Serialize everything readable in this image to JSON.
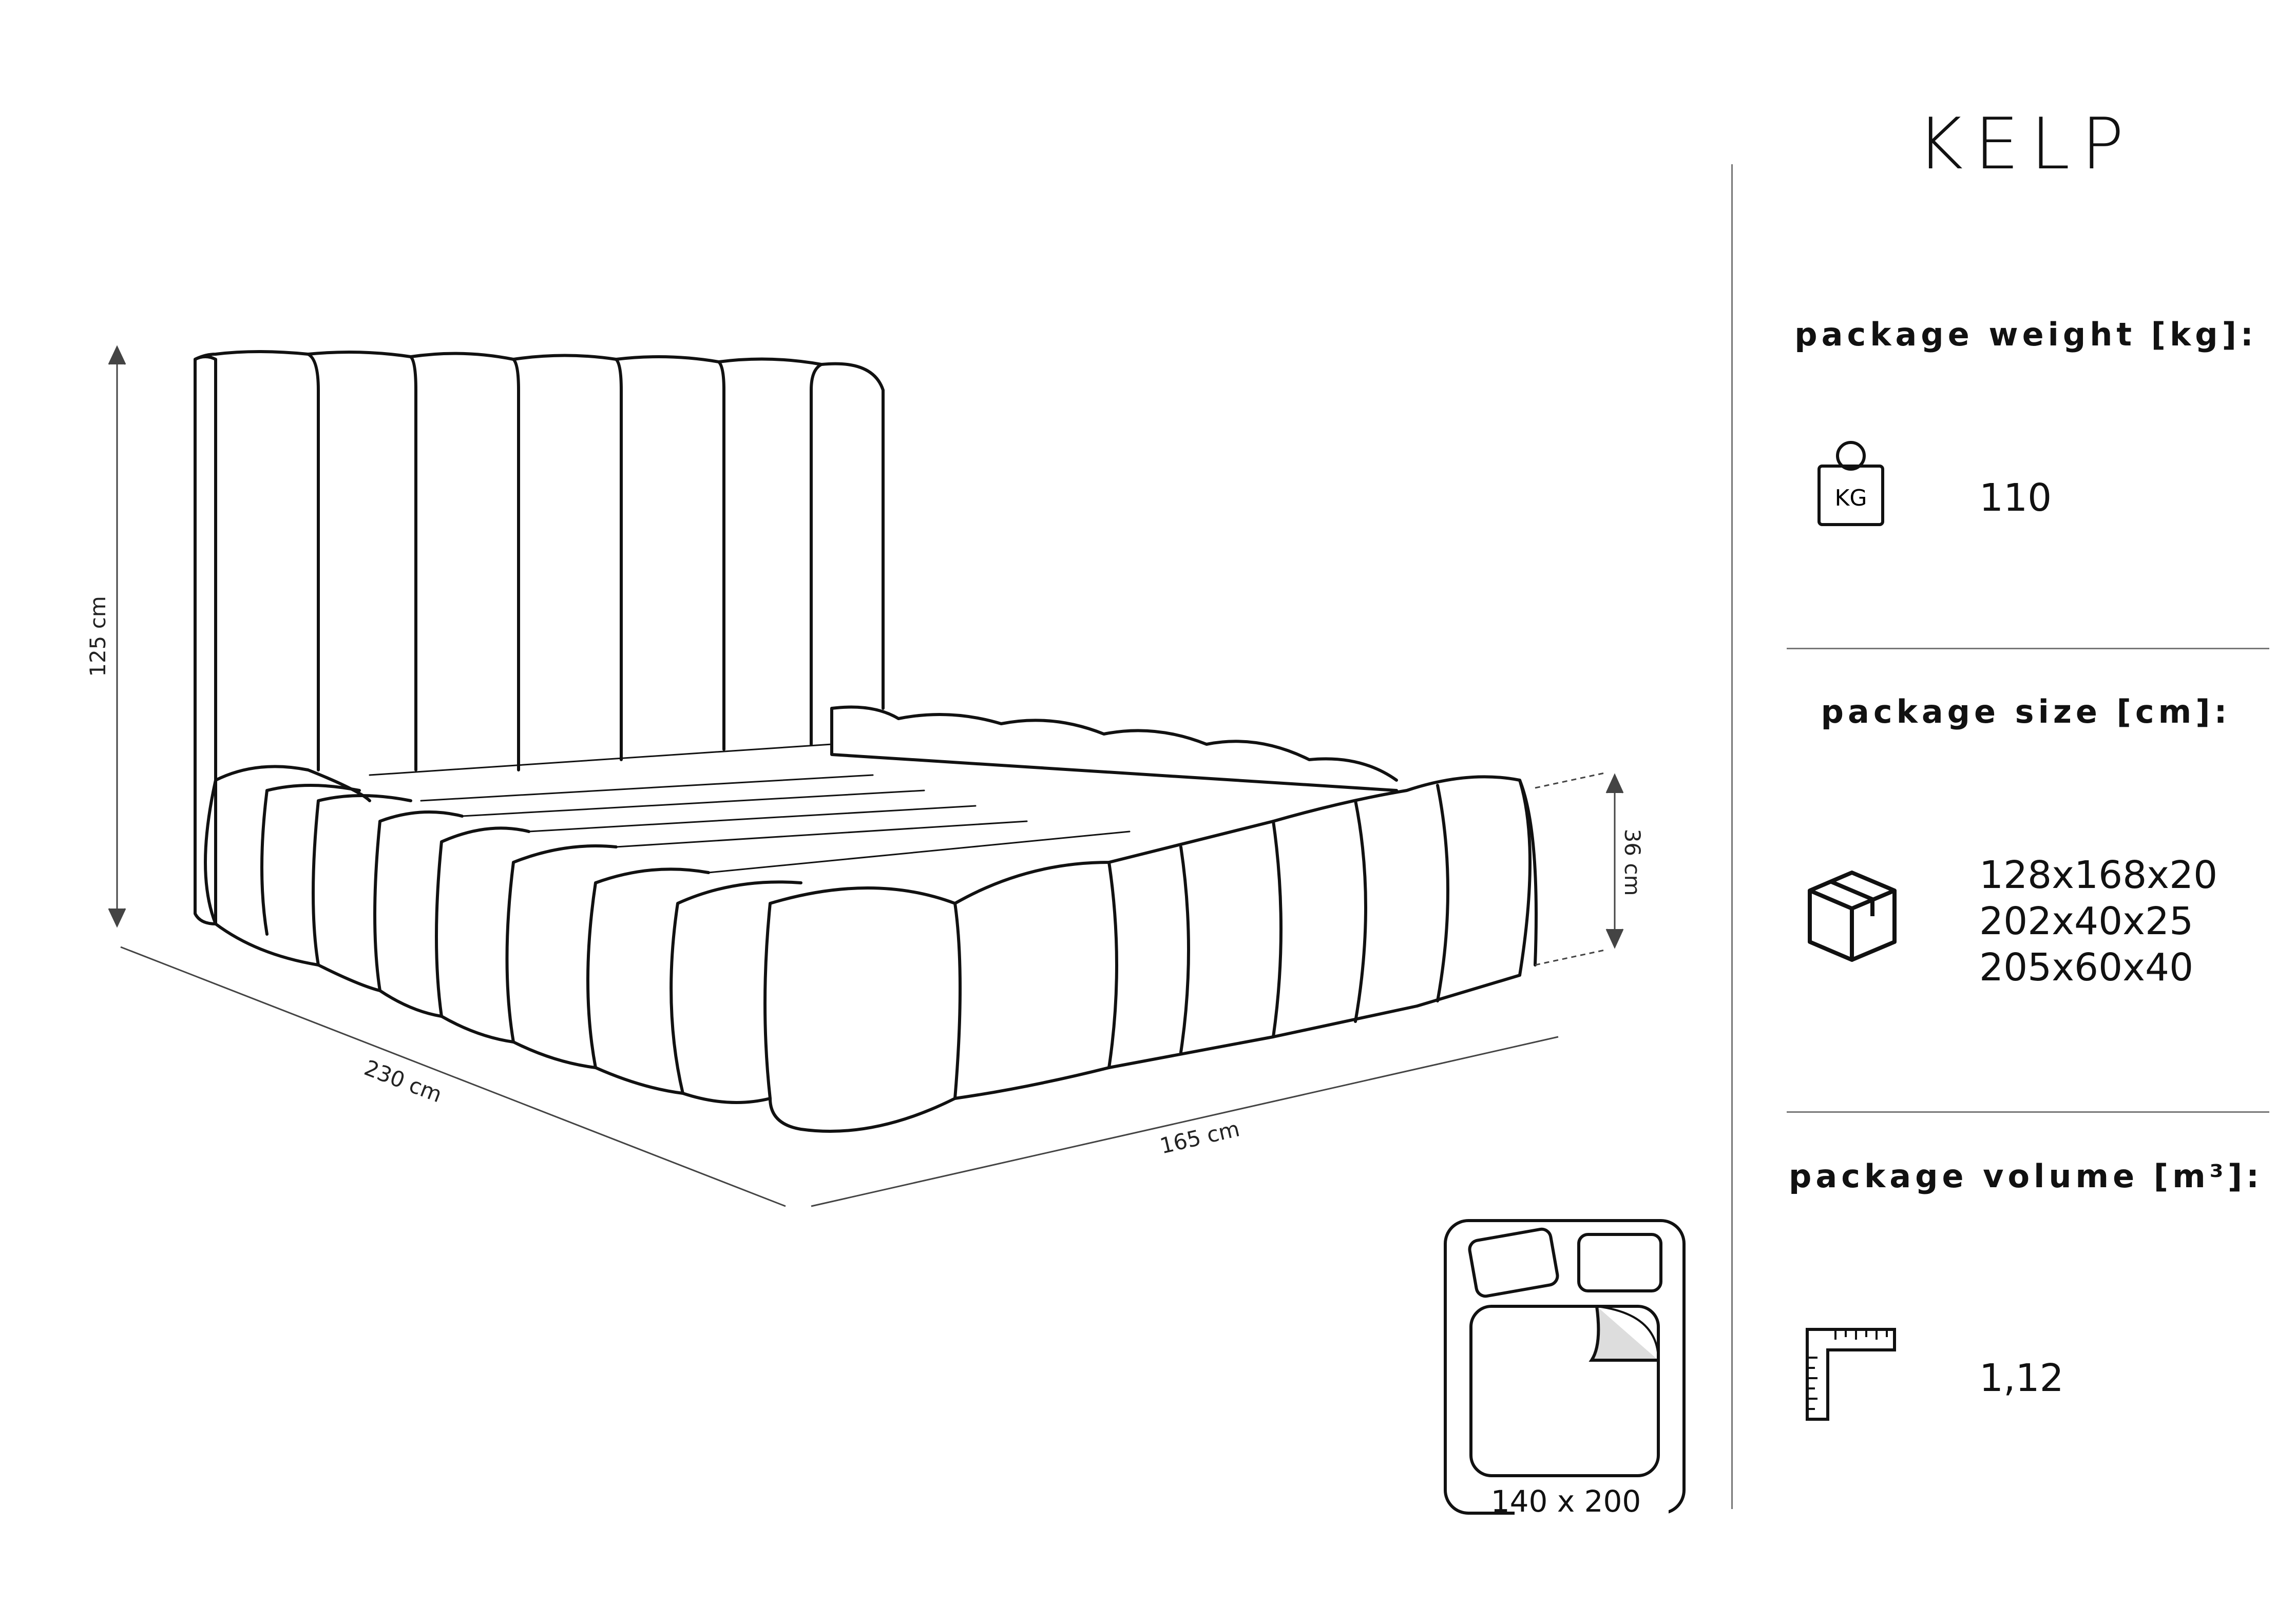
{
  "title": "KELP",
  "dimensions": {
    "height": "125 cm",
    "length": "230 cm",
    "width": "165 cm",
    "frame_height": "36 cm"
  },
  "bed_size": "140 x 200",
  "weight": {
    "heading": "package weight [kg]:",
    "icon_label": "KG",
    "value": "110"
  },
  "size": {
    "heading": "package size [cm]:",
    "values": [
      "128x168x20",
      "202x40x25",
      "205x60x40"
    ]
  },
  "volume": {
    "heading": "package volume [m³]:",
    "value": "1,12"
  },
  "icons": {
    "weight": "weight-kg-icon",
    "size": "box-icon",
    "volume": "ruler-icon",
    "bed": "bed-size-icon"
  }
}
